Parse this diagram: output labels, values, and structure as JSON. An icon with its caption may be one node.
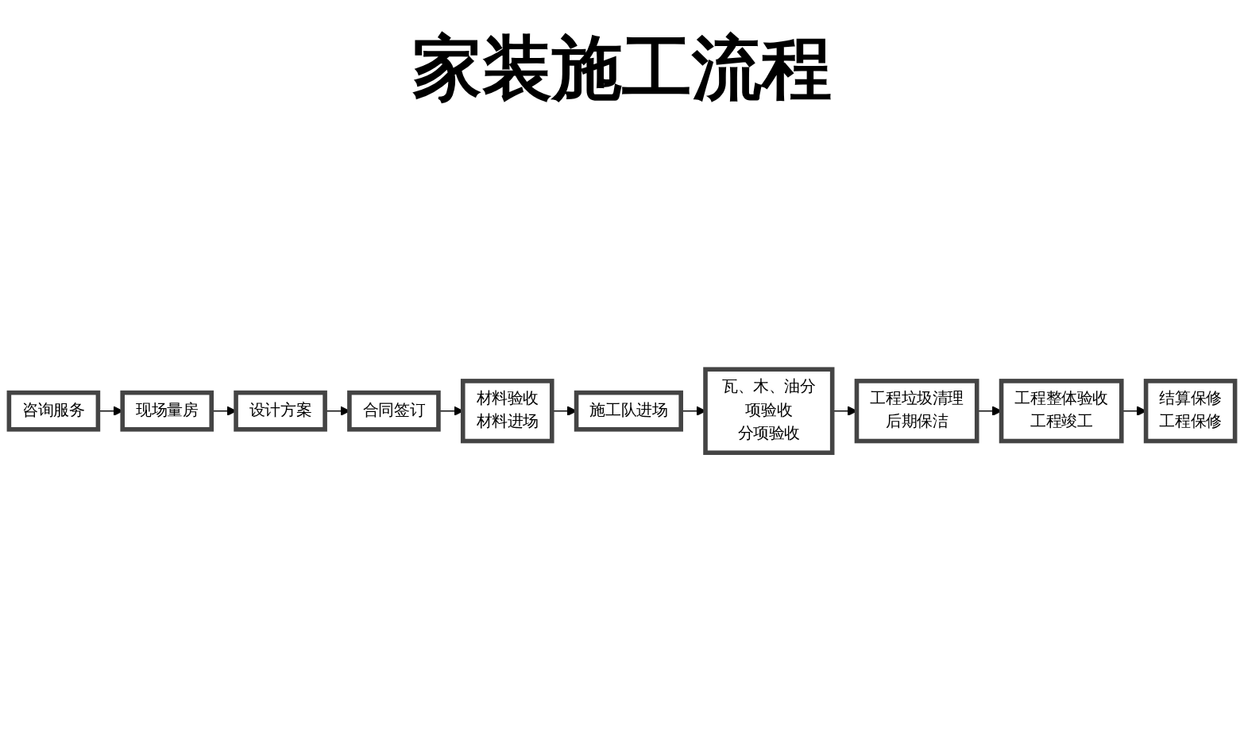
{
  "diagram": {
    "title": "家装施工流程",
    "nodes": [
      {
        "text": [
          "咨询服务"
        ]
      },
      {
        "text": [
          "现场量房"
        ]
      },
      {
        "text": [
          "设计方案"
        ]
      },
      {
        "text": [
          "合同签订"
        ]
      },
      {
        "text": [
          "材料验收",
          "材料进场"
        ]
      },
      {
        "text": [
          "施工队进场"
        ]
      },
      {
        "text": [
          "瓦、木、油分项验收",
          "分项验收"
        ]
      },
      {
        "text": [
          "工程垃圾清理",
          "后期保洁"
        ]
      },
      {
        "text": [
          "工程整体验收",
          "工程竣工"
        ]
      },
      {
        "text": [
          "结算保修",
          "工程保修"
        ]
      }
    ],
    "edges": [
      {
        "from": 0,
        "to": 1,
        "arrow": "to"
      },
      {
        "from": 1,
        "to": 2,
        "arrow": "to"
      },
      {
        "from": 2,
        "to": 3,
        "arrow": "to"
      },
      {
        "from": 3,
        "to": 4,
        "arrow": "to"
      },
      {
        "from": 4,
        "to": 5,
        "arrow": "to"
      },
      {
        "from": 5,
        "to": 6,
        "arrow": "to"
      },
      {
        "from": 6,
        "to": 7,
        "arrow": "to"
      },
      {
        "from": 7,
        "to": 8,
        "arrow": "to"
      },
      {
        "from": 8,
        "to": 9,
        "arrow": "to"
      }
    ]
  }
}
